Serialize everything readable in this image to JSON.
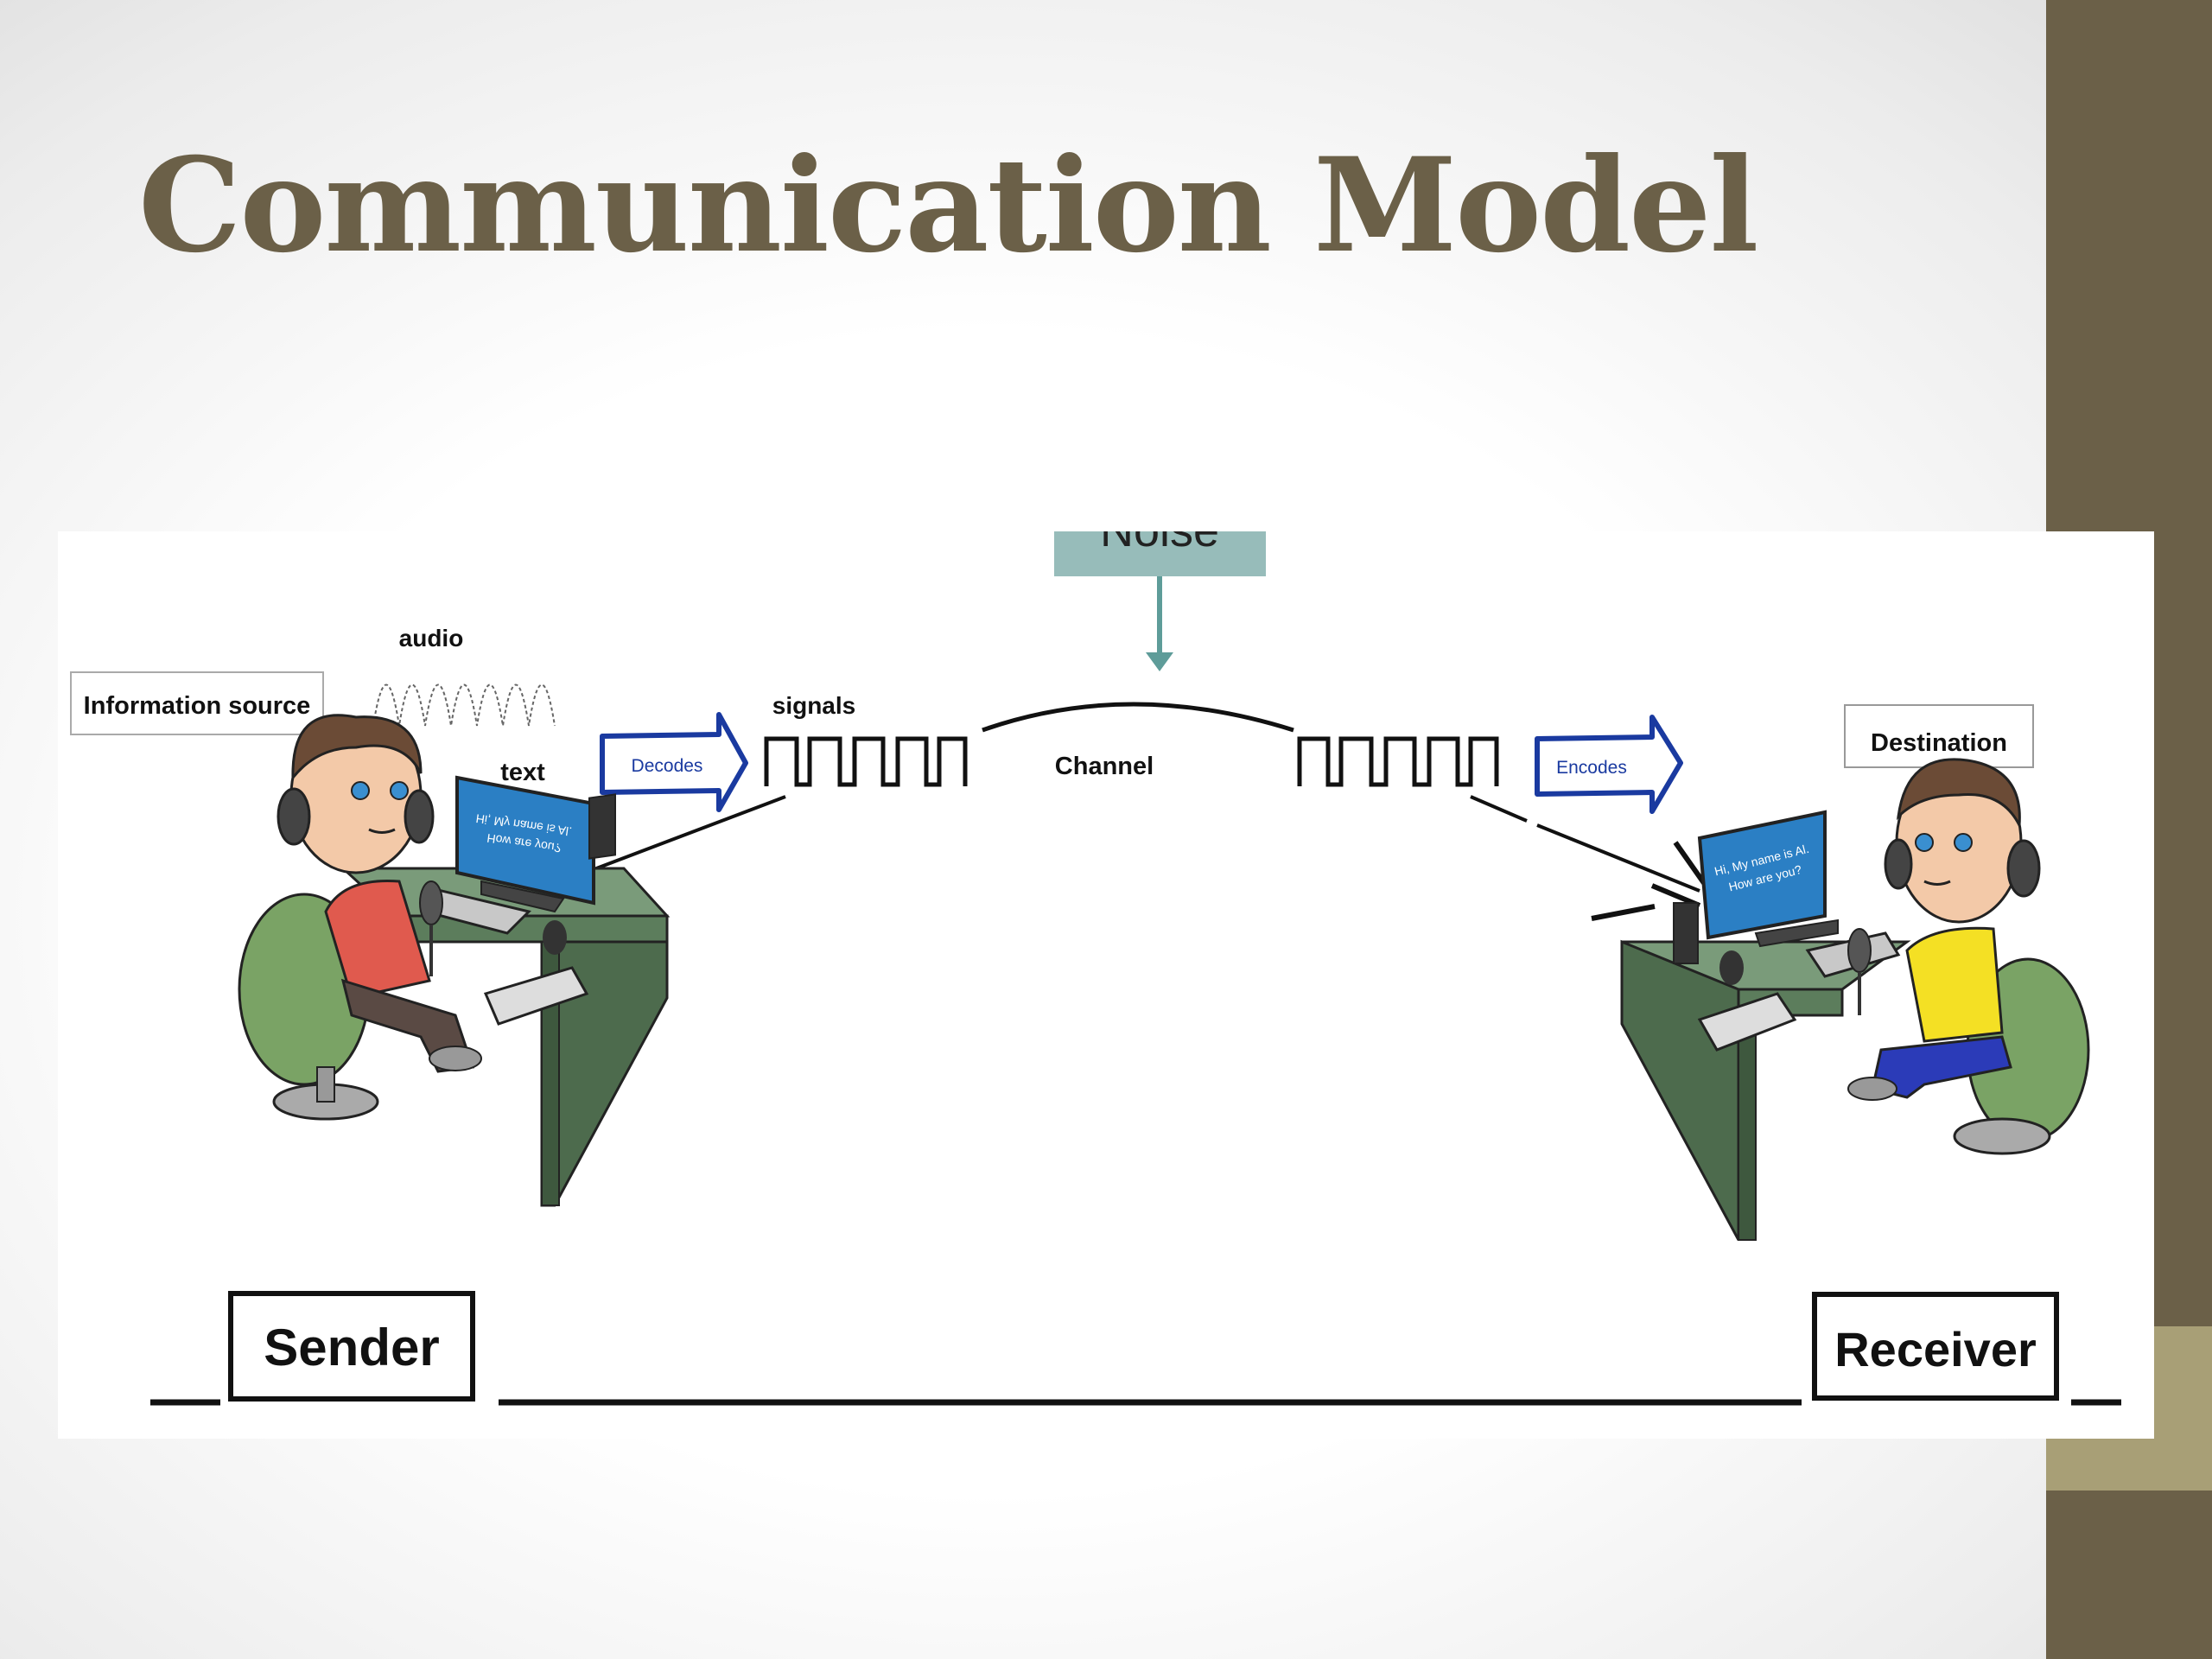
{
  "slide": {
    "title": "Communication Model",
    "colors": {
      "title": "#6b6048",
      "sidebar": "#6b6048",
      "sidebar_accent": "#a89f76",
      "noise_box": "#97bcba",
      "arrow_blue": "#1a3aa0"
    }
  },
  "diagram": {
    "noise_label": "Noise",
    "information_source_label": "Information source",
    "audio_label": "audio",
    "text_label": "text",
    "signals_label": "signals",
    "channel_label": "Channel",
    "destination_label": "Destination",
    "decodes_label": "Decodes",
    "encodes_label": "Encodes",
    "sender_label": "Sender",
    "receiver_label": "Receiver",
    "sender_screen_line1": "Hi, My name is Al.",
    "sender_screen_line2": "How are you?",
    "receiver_screen_line1": "Hi, My name is Al.",
    "receiver_screen_line2": "How are you?",
    "icons": [
      "sender-person-icon",
      "receiver-person-icon",
      "monitor-icon",
      "desk-icon",
      "microphone-icon",
      "speaker-icon"
    ]
  }
}
